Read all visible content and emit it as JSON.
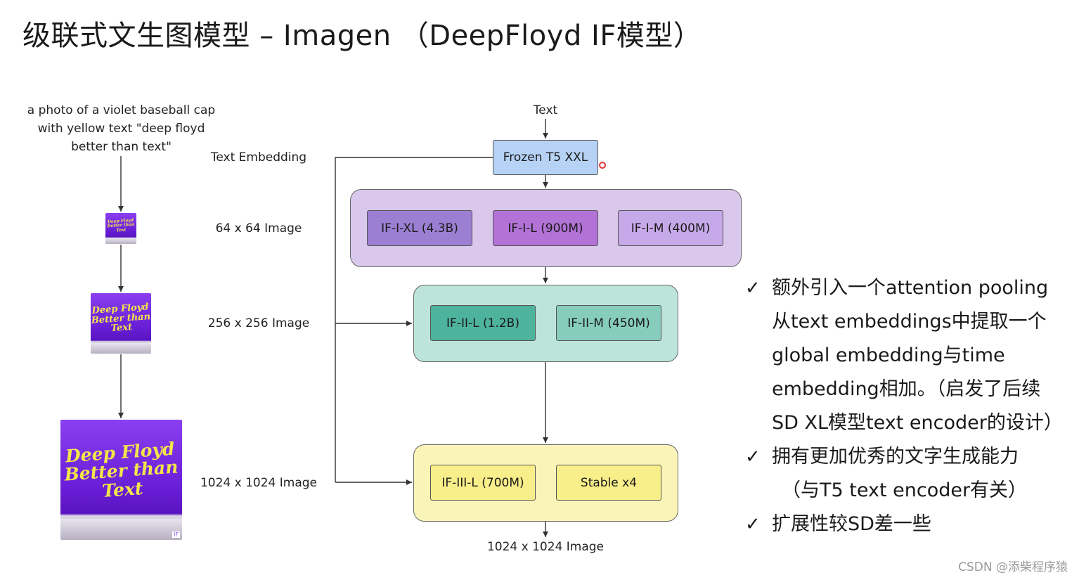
{
  "title": "级联式文生图模型 – Imagen （DeepFloyd IF模型）",
  "prompt_lines": [
    "a photo of a violet baseball cap",
    "with yellow text \"deep floyd",
    "better than text\""
  ],
  "cap_image_text": [
    "Deep Floyd",
    "Better than Text"
  ],
  "cap_badge": "IF",
  "stage_labels": {
    "text_embedding": "Text Embedding",
    "img64": "64 x 64 Image",
    "img256": "256 x 256 Image",
    "img1024": "1024 x 1024 Image"
  },
  "text_input": "Text",
  "encoder": "Frozen T5 XXL",
  "stage1": [
    "IF-I-XL (4.3B)",
    "IF-I-L (900M)",
    "IF-I-M (400M)"
  ],
  "stage2": [
    "IF-II-L (1.2B)",
    "IF-II-M (450M)"
  ],
  "stage3": [
    "IF-III-L (700M)",
    "Stable x4"
  ],
  "output_label": "1024 x 1024 Image",
  "colors": {
    "encoder_fill": "#b6d3f6",
    "stage1_group": "#d9c8ec",
    "stage1_box": [
      "#9b7fd3",
      "#b272d6",
      "#c6a9e8"
    ],
    "stage2_group": "#bde4db",
    "stage2_box": [
      "#4eb39d",
      "#87cdbe"
    ],
    "stage3_group": "#fbf4b8",
    "stage3_box": "#f8ee8a",
    "cap_purple": "#7a2fe6",
    "cap_text": "#f2e64a"
  },
  "bullets": [
    {
      "lines": [
        "额外引入一个attention pooling",
        "从text embeddings中提取一个",
        "global embedding与time",
        "embedding相加。（启发了后续",
        "SD XL模型text encoder的设计）"
      ]
    },
    {
      "lines": [
        "拥有更加优秀的文字生成能力",
        "（与T5 text encoder有关）"
      ]
    },
    {
      "lines": [
        "扩展性较SD差一些"
      ]
    }
  ],
  "check_glyph": "✓",
  "watermark": "CSDN @添柴程序猿"
}
